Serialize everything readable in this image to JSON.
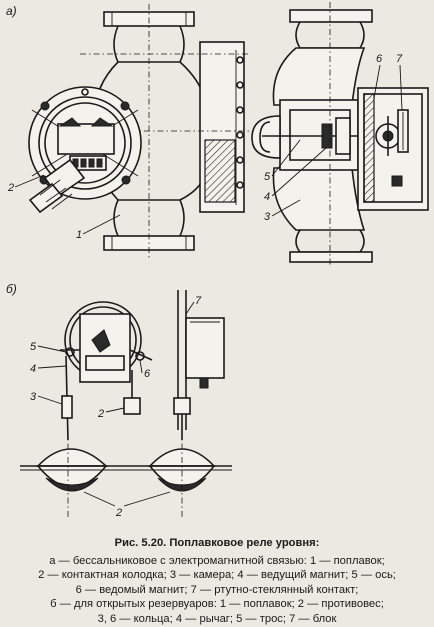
{
  "figure": {
    "panel_a_label": "а)",
    "panel_b_label": "б)",
    "labels_a_left": [
      "2",
      "1"
    ],
    "labels_a_right": [
      "6",
      "7",
      "5",
      "4",
      "3"
    ],
    "labels_b": [
      "7",
      "5",
      "4",
      "6",
      "3",
      "2",
      "2"
    ]
  },
  "caption": {
    "title": "Рис. 5.20. Поплавковое реле уровня:",
    "lines": [
      "а — бессальниковое с электромагнитной связью: 1 — поплавок;",
      "2 — контактная колодка; 3 — камера; 4 — ведущий магнит; 5 — ось;",
      "6 — ведомый магнит; 7 — ртутно-стеклянный контакт;",
      "б — для открытых резервуаров: 1 — поплавок; 2 — противовес;",
      "3, 6 — кольца; 4 — рычаг; 5 — трос; 7 — блок"
    ]
  }
}
